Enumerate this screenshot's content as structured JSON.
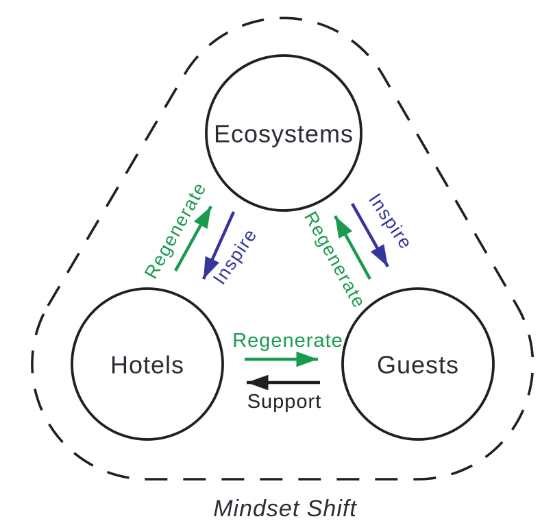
{
  "diagram": {
    "title": "Mindset Shift",
    "nodes": {
      "ecosystems": {
        "label": "Ecosystems"
      },
      "hotels": {
        "label": "Hotels"
      },
      "guests": {
        "label": "Guests"
      }
    },
    "edges": {
      "hotels_to_ecosystems": {
        "from": "Hotels",
        "to": "Ecosystems",
        "label": "Regenerate",
        "color": "#1a9a4e"
      },
      "ecosystems_to_hotels": {
        "from": "Ecosystems",
        "to": "Hotels",
        "label": "Inspire",
        "color": "#35359b"
      },
      "ecosystems_to_guests": {
        "from": "Ecosystems",
        "to": "Guests",
        "label": "Inspire",
        "color": "#35359b"
      },
      "guests_to_ecosystems": {
        "from": "Guests",
        "to": "Ecosystems",
        "label": "Regenerate",
        "color": "#1a9a4e"
      },
      "hotels_to_guests": {
        "from": "Hotels",
        "to": "Guests",
        "label": "Regenerate",
        "color": "#1a9a4e"
      },
      "guests_to_hotels": {
        "from": "Guests",
        "to": "Hotels",
        "label": "Support",
        "color": "#231f20"
      }
    },
    "colors": {
      "green": "#1a9a4e",
      "blue": "#35359b",
      "ink": "#231f20",
      "label_ink": "#2c2c35"
    }
  }
}
